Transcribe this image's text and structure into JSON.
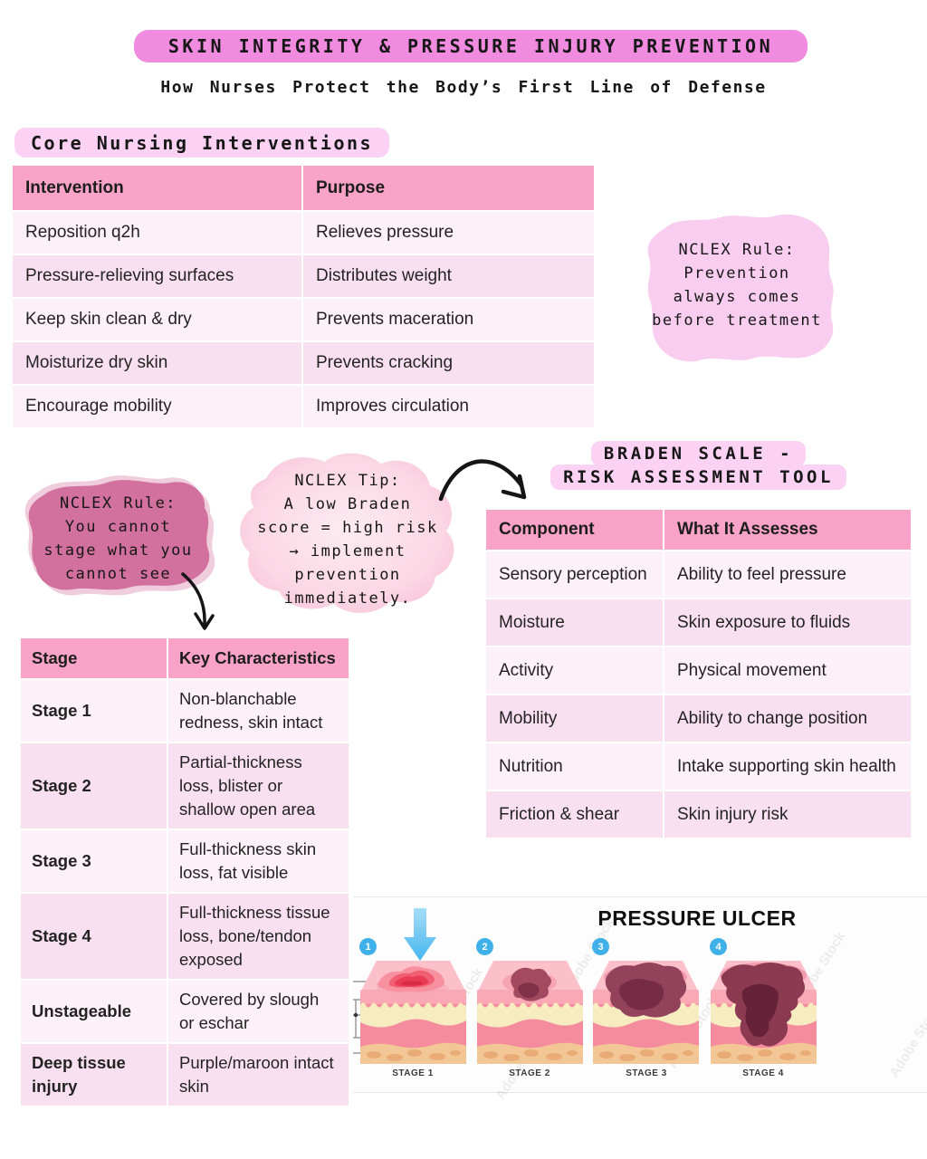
{
  "page": {
    "title": "SKIN INTEGRITY & PRESSURE INJURY PREVENTION",
    "subtitle": "How Nurses Protect the Body’s First Line of Defense"
  },
  "interventions": {
    "heading": "Core Nursing Interventions",
    "columns": [
      "Intervention",
      "Purpose"
    ],
    "rows": [
      [
        "Reposition q2h",
        "Relieves pressure"
      ],
      [
        "Pressure-relieving surfaces",
        "Distributes weight"
      ],
      [
        "Keep skin clean & dry",
        "Prevents maceration"
      ],
      [
        "Moisturize dry skin",
        "Prevents cracking"
      ],
      [
        "Encourage mobility",
        "Improves circulation"
      ]
    ]
  },
  "nclex_rule_right": {
    "lines": [
      "NCLEX Rule:",
      "Prevention",
      "always comes",
      "before treatment"
    ]
  },
  "braden": {
    "heading_line1": "BRADEN SCALE -",
    "heading_line2": "RISK ASSESSMENT TOOL",
    "columns": [
      "Component",
      "What It Assesses"
    ],
    "rows": [
      [
        "Sensory perception",
        "Ability to feel pressure"
      ],
      [
        "Moisture",
        "Skin exposure to fluids"
      ],
      [
        "Activity",
        "Physical movement"
      ],
      [
        "Mobility",
        "Ability to change position"
      ],
      [
        "Nutrition",
        "Intake supporting skin health"
      ],
      [
        "Friction & shear",
        "Skin injury risk"
      ]
    ]
  },
  "nclex_rule_left": {
    "lines": [
      "NCLEX Rule:",
      "You cannot",
      "stage what you",
      "cannot see"
    ]
  },
  "nclex_tip": {
    "lines": [
      "NCLEX Tip:",
      "A low Braden",
      "score = high risk",
      "→ implement",
      "prevention",
      "immediately."
    ]
  },
  "stages": {
    "columns": [
      "Stage",
      "Key Characteristics"
    ],
    "rows": [
      [
        "Stage 1",
        "Non-blanchable redness, skin intact"
      ],
      [
        "Stage 2",
        "Partial-thickness loss, blister or shallow open area"
      ],
      [
        "Stage 3",
        "Full-thickness skin loss, fat visible"
      ],
      [
        "Stage 4",
        "Full-thickness tissue loss, bone/tendon exposed"
      ],
      [
        "Unstageable",
        "Covered by slough or eschar"
      ],
      [
        "Deep tissue injury",
        "Purple/maroon intact skin"
      ]
    ]
  },
  "diagram": {
    "title": "PRESSURE ULCER",
    "watermark": "Adobe Stock",
    "stages": [
      {
        "number": "1",
        "label": "STAGE 1"
      },
      {
        "number": "2",
        "label": "STAGE 2"
      },
      {
        "number": "3",
        "label": "STAGE 3"
      },
      {
        "number": "4",
        "label": "STAGE 4"
      }
    ]
  },
  "colors": {
    "title_highlight": "#F08BE0",
    "section_highlight": "#FBD2F4",
    "table_header": "#F8A3C7",
    "row_light": "#FCF1F8",
    "row_dark": "#F9E0F1",
    "rule_blob_light": "#F8CDEF",
    "rule_blob_dark": "#D2709E",
    "tip_blob": "#F8C3D8",
    "badge_blue": "#3FB0E8",
    "text": "#1C1C1C"
  }
}
